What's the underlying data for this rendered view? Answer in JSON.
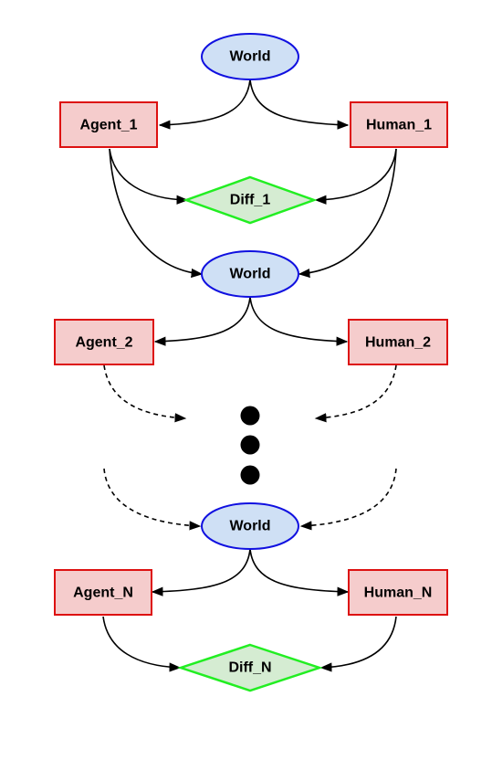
{
  "nodes": {
    "world_1": "World",
    "agent_1": "Agent_1",
    "human_1": "Human_1",
    "diff_1": "Diff_1",
    "world_2": "World",
    "agent_2": "Agent_2",
    "human_2": "Human_2",
    "world_n": "World",
    "agent_n": "Agent_N",
    "human_n": "Human_N",
    "diff_n": "Diff_N"
  },
  "colors": {
    "world_fill": "#cfe0f5",
    "world_stroke": "#1010e0",
    "box_fill": "#f5cccc",
    "box_stroke": "#dd1111",
    "diff_fill": "#d5ecd2",
    "diff_stroke": "#22ee22",
    "edge": "#000000"
  }
}
